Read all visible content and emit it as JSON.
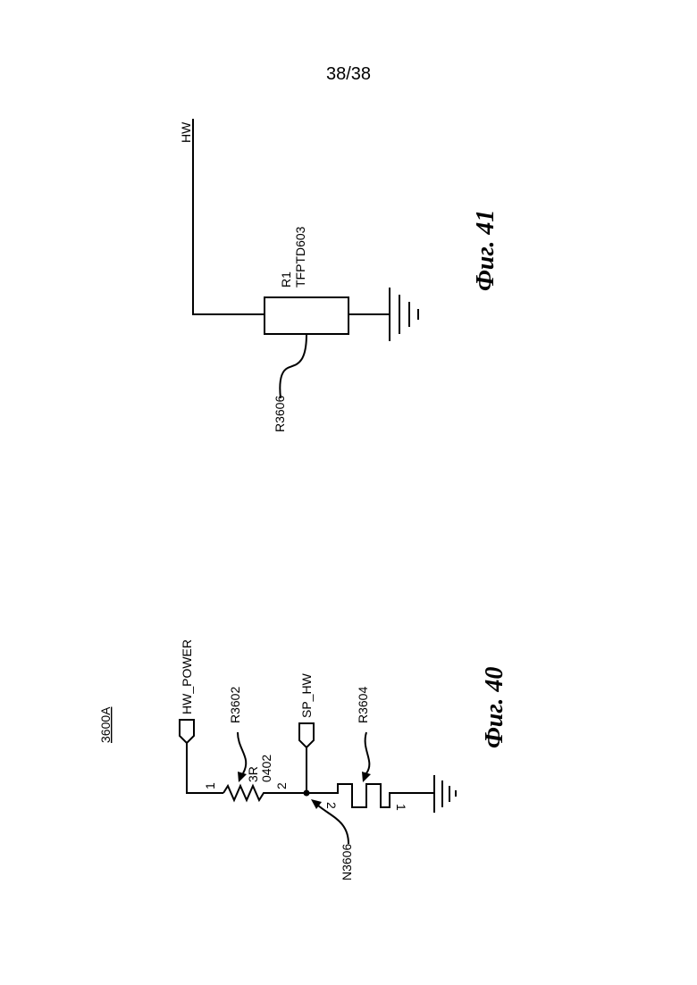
{
  "page_number": "38/38",
  "fig41": {
    "caption": "Фиг. 41",
    "net_hw": "HW",
    "r1_name": "R1",
    "r1_value": "TFPTD603",
    "ref_r3606": "R3606"
  },
  "fig40": {
    "caption": "Фиг. 40",
    "ref_3600a": "3600A",
    "net_hw_power": "HW_POWER",
    "net_sp_hw": "SP_HW",
    "ref_r3602": "R3602",
    "r3602_value": "3R",
    "r3602_size": "0402",
    "pin1": "1",
    "pin2": "2",
    "ref_r3604": "R3604",
    "r3604_pin2": "2",
    "r3604_pin1": "1",
    "ref_n3606": "N3606"
  }
}
